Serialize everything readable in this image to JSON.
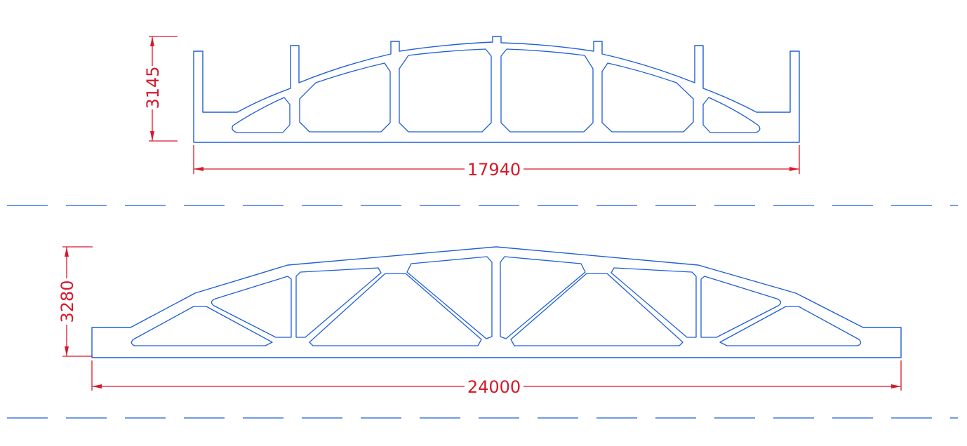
{
  "drawing": {
    "top_section": {
      "width_dim": "17940",
      "height_dim": "3145"
    },
    "bottom_section": {
      "width_dim": "24000",
      "height_dim": "3280"
    }
  },
  "colors": {
    "outline": "#1f5fd6",
    "dimension": "#d8182a",
    "background": "#ffffff"
  }
}
